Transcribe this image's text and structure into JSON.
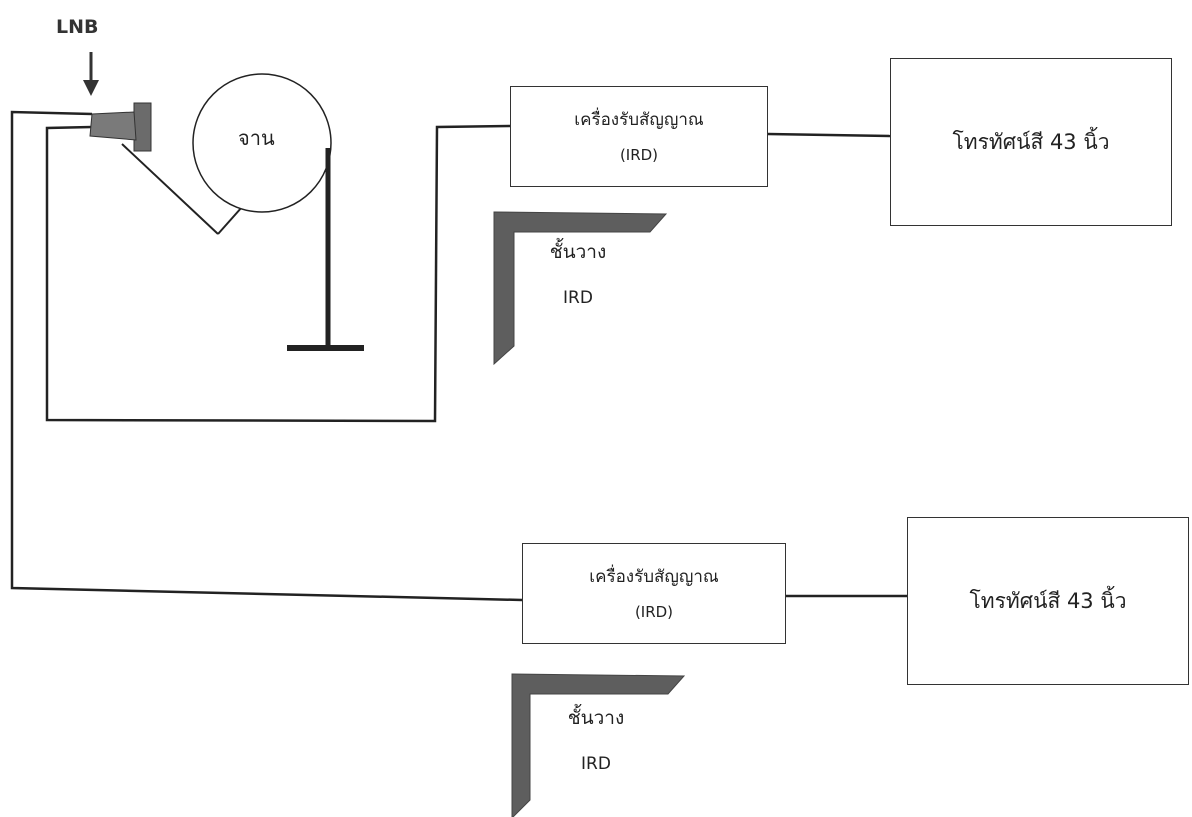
{
  "lnb_label": "LNB",
  "dish_label": "จาน",
  "receivers": [
    {
      "name": "เครื่องรับสัญญาณ",
      "model": "(IRD)"
    },
    {
      "name": "เครื่องรับสัญญาณ",
      "model": "(IRD)"
    }
  ],
  "televisions": [
    {
      "label": "โทรทัศน์สี 43 นิ้ว"
    },
    {
      "label": "โทรทัศน์สี 43 นิ้ว"
    }
  ],
  "shelves": [
    {
      "name": "ชั้นวาง",
      "sub": "IRD"
    },
    {
      "name": "ชั้นวาง",
      "sub": "IRD"
    }
  ],
  "colors": {
    "line": "#222222",
    "lnb_fill": "#6b6b6b",
    "shelf_fill": "#5e5e5e"
  },
  "icons": [
    "down-arrow-icon",
    "lnb-icon",
    "dish-icon",
    "shelf-icon"
  ]
}
